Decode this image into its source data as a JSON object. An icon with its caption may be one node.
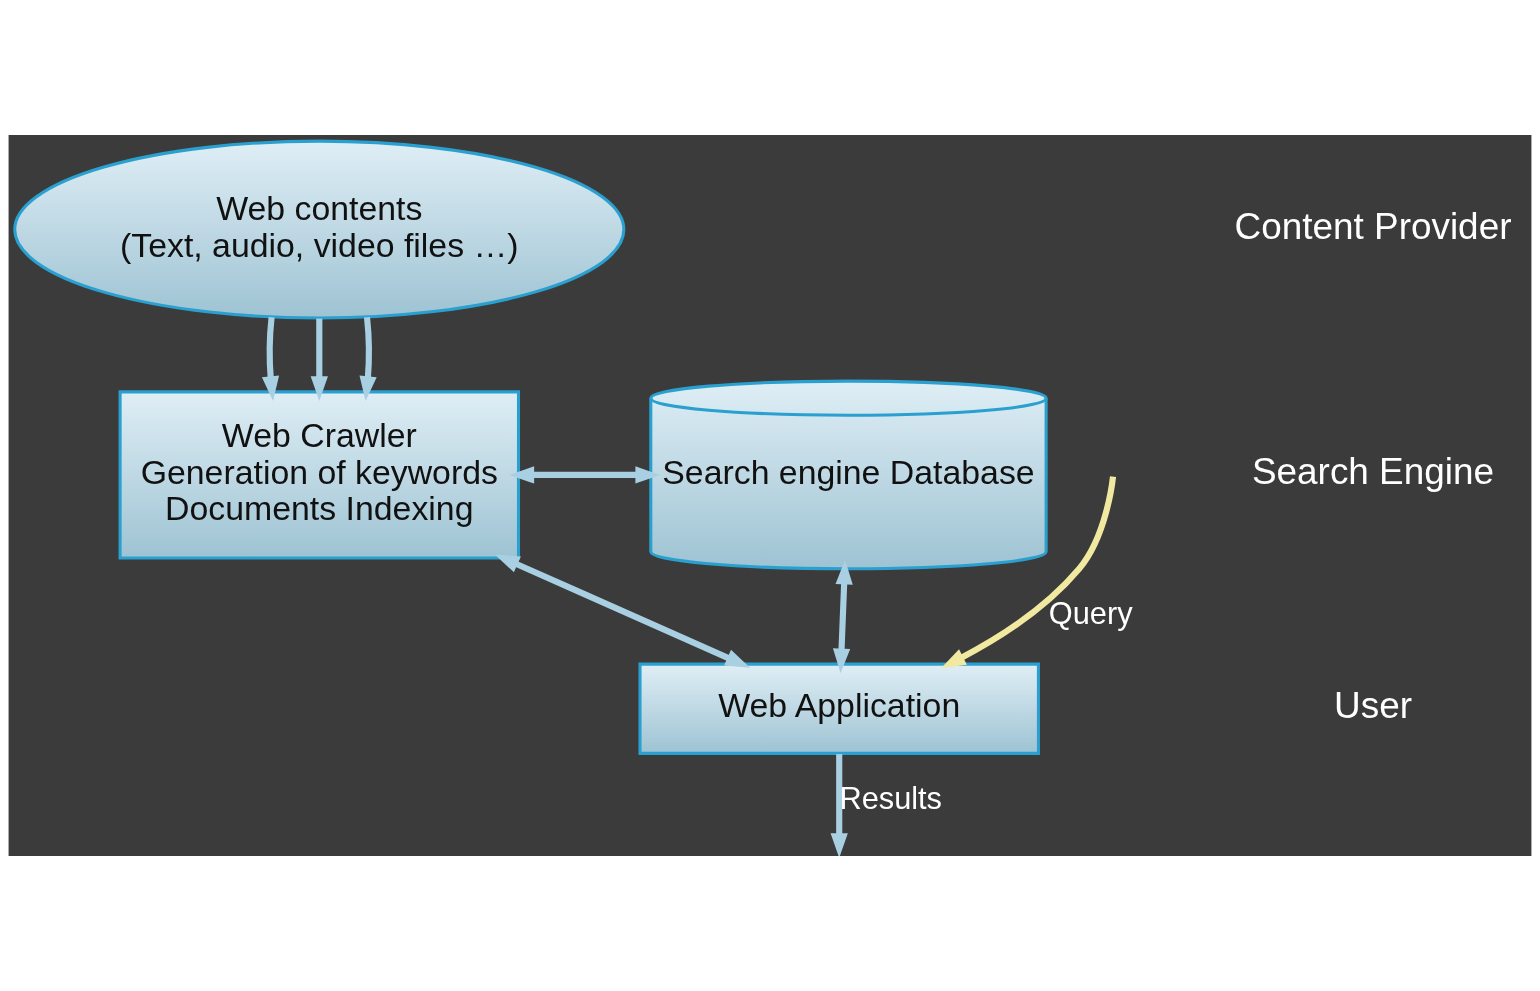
{
  "diagram": {
    "nodes": [
      {
        "text": [
          "Web contents",
          "(Text, audio, video files …)"
        ]
      },
      {
        "text": [
          "Web Crawler",
          "Generation of keywords",
          "Documents Indexing"
        ]
      },
      {
        "text": [
          "Search engine Database"
        ]
      },
      {
        "text": [
          "Web Application"
        ]
      }
    ],
    "edges": [
      {
        "from": 0,
        "to": 1,
        "arrow": "to"
      },
      {
        "from": 0,
        "to": 1,
        "arrow": "to"
      },
      {
        "from": 0,
        "to": 1,
        "arrow": "to"
      },
      {
        "from": 2,
        "to": 1,
        "arrow": "both"
      },
      {
        "from": 1,
        "to": 3,
        "arrow": "both"
      },
      {
        "from": 2,
        "to": 3,
        "arrow": "both"
      },
      {
        "from": null,
        "to": 3,
        "arrow": "to",
        "label": "Query",
        "color": "#f2e9a0"
      },
      {
        "from": 3,
        "to": null,
        "arrow": "to",
        "label": "Results"
      }
    ],
    "labels": [
      "Content Provider",
      "Search Engine",
      "User"
    ]
  }
}
